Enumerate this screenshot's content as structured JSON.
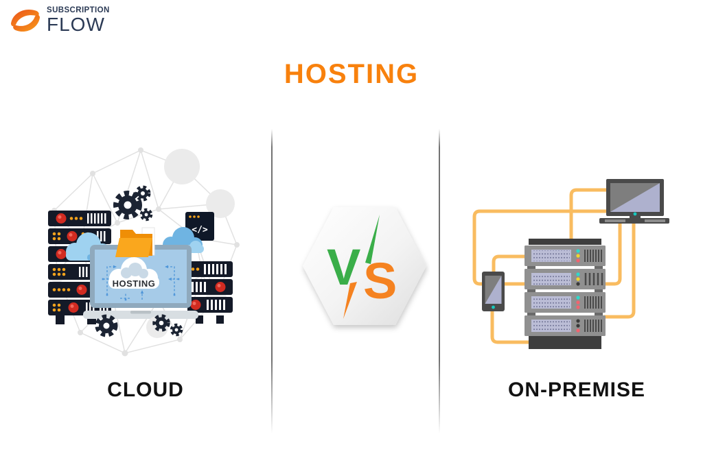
{
  "brand": {
    "line1": "SUBSCRIPTION",
    "line2": "FLOW",
    "text_color": "#2B3A55",
    "swirl_color_start": "#E94E1B",
    "swirl_color_end": "#F9A01B"
  },
  "title": {
    "text": "HOSTING",
    "color": "#F8810D"
  },
  "cloud_panel": {
    "label": "CLOUD",
    "laptop_screen_text": "HOSTING",
    "code_window_glyph": "</>"
  },
  "versus_badge": {
    "left_letter": "V",
    "right_letter": "S",
    "left_color": "#3AAE49",
    "right_color": "#F58220"
  },
  "on_premise_panel": {
    "label": "ON-PREMISE"
  },
  "colors": {
    "label_text": "#121212",
    "divider_gray": "#5A5A5A",
    "connector_line_orange": "#F9BC60",
    "server_tower_dark": "#141A28",
    "server_rack_gray": "#909090",
    "rack_cap_dark": "#3E3E3E",
    "led_red": "#D12B21",
    "dot_orange": "#F5A31C",
    "led_cyan": "#2ED9CB",
    "led_yellow": "#EFD52F",
    "led_pink": "#F2636F",
    "lavender_screen": "#AEB1CE",
    "laptop_screen_blue": "#A6CBE8",
    "laptop_frame": "#8FA9BD",
    "cloud_blue_light": "#9FD2F0",
    "cloud_blue_dark": "#6FB4E2",
    "folder_orange": "#F9A41B",
    "mesh_gray": "#E1E1E1",
    "gear_dark": "#1C2433"
  }
}
